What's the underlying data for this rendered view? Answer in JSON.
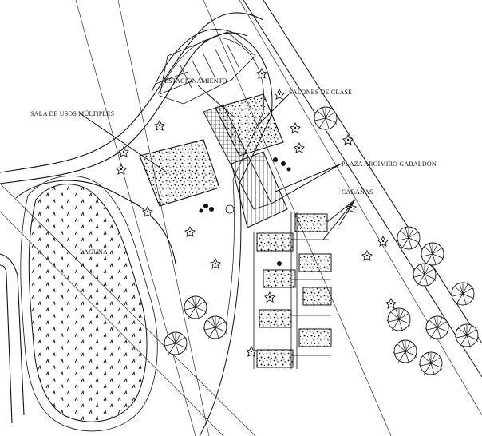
{
  "labels": {
    "estacionamiento": "ESTACIONAMIENTO",
    "salones": "SALONES DE CLASE",
    "sala": "SALA DE USOS MÚLTIPLES",
    "plaza": "PLAZA ARGIMIRO GABALDÓN",
    "cabanas": "CABAÑAS",
    "laguna": "LAGUNA"
  },
  "colors": {
    "ink": "#111111",
    "paper": "#ffffff"
  },
  "icons": [
    "tree-canopy-icon",
    "shrub-icon",
    "marsh-plant-icon"
  ]
}
